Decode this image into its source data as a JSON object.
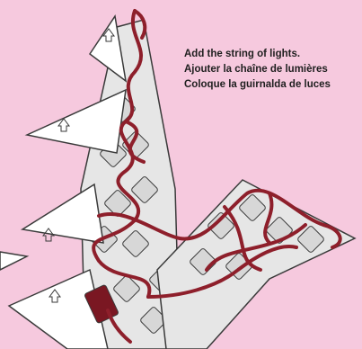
{
  "instructions": {
    "english": "Add the string of lights.",
    "french": "Ajouter la chaîne de lumières",
    "spanish": "Coloque la guirnalda de luces"
  },
  "colors": {
    "background": "#F6C9DE",
    "panel_fill": "#E6E6E6",
    "panel_stroke": "#3A3A3A",
    "cord": "#8E1F2B",
    "plug": "#7A1722",
    "wing_fill": "#FFFFFF"
  },
  "icons": [
    "pine-tree-panel-icon",
    "light-cord-icon",
    "power-plug-icon",
    "wing-flap-icon"
  ]
}
